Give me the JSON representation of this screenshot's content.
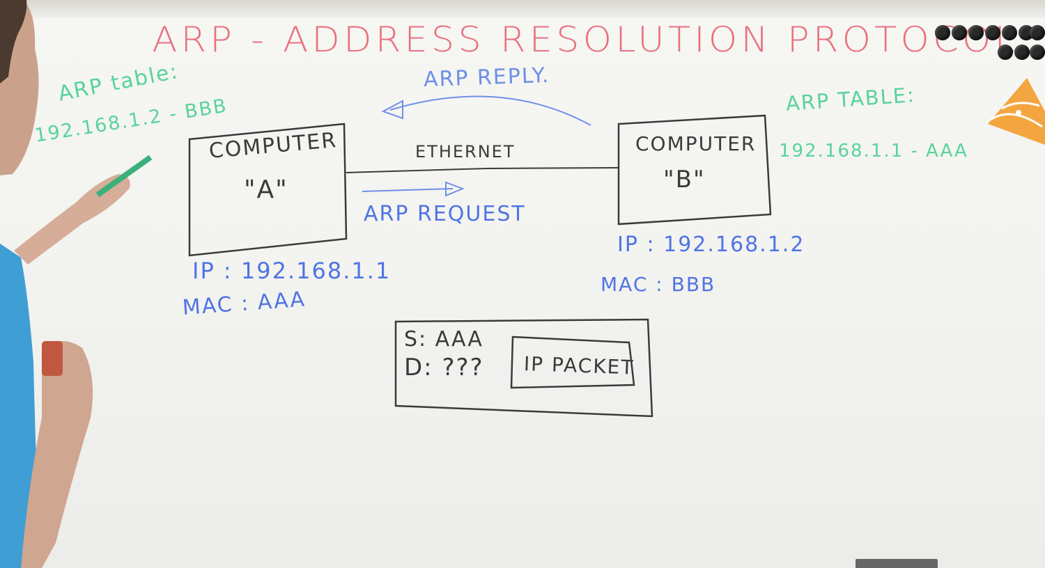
{
  "title": "ARP - ADDRESS RESOLUTION PROTOCOL",
  "left_table": {
    "heading": "ARP table:",
    "entry": "192.168.1.2 - BBB"
  },
  "right_table": {
    "heading": "ARP TABLE:",
    "entry": "192.168.1.1 - AAA"
  },
  "arp_reply": "ARP REPLY.",
  "arp_request": "ARP REQUEST",
  "ethernet": "ETHERNET",
  "computer_a": {
    "line1": "COMPUTER",
    "line2": "\"A\"",
    "ip": "IP : 192.168.1.1",
    "mac": "MAC : AAA"
  },
  "computer_b": {
    "line1": "COMPUTER",
    "line2": "\"B\"",
    "ip": "IP : 192.168.1.2",
    "mac": "MAC : BBB"
  },
  "frame": {
    "src": "S: AAA",
    "dst": "D: ???",
    "payload": "IP PACKET"
  },
  "colors": {
    "title": "#e8707e",
    "green": "#58d39a",
    "blue": "#4f74e4",
    "marker_black": "#3a3a3a"
  }
}
